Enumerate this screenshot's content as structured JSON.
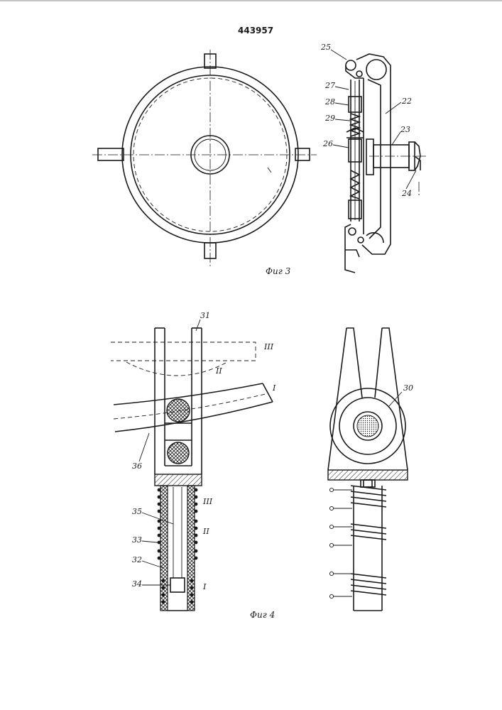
{
  "patent_number": "443957",
  "figures": [
    {
      "caption": "Фиг 3"
    },
    {
      "caption": "Фиг 4"
    }
  ],
  "labels": {
    "l22": "22",
    "l23": "23",
    "l24": "24",
    "l25": "25",
    "l26": "26",
    "l27": "27",
    "l28": "28",
    "l29": "29",
    "l30": "30",
    "l31": "31",
    "l32": "32",
    "l33": "33",
    "l34": "34",
    "l35": "35",
    "l36": "36"
  },
  "roman": {
    "top_III": "III",
    "top_II": "II",
    "top_I": "I",
    "coil_III": "III",
    "coil_II": "II",
    "coil_I": "I"
  }
}
